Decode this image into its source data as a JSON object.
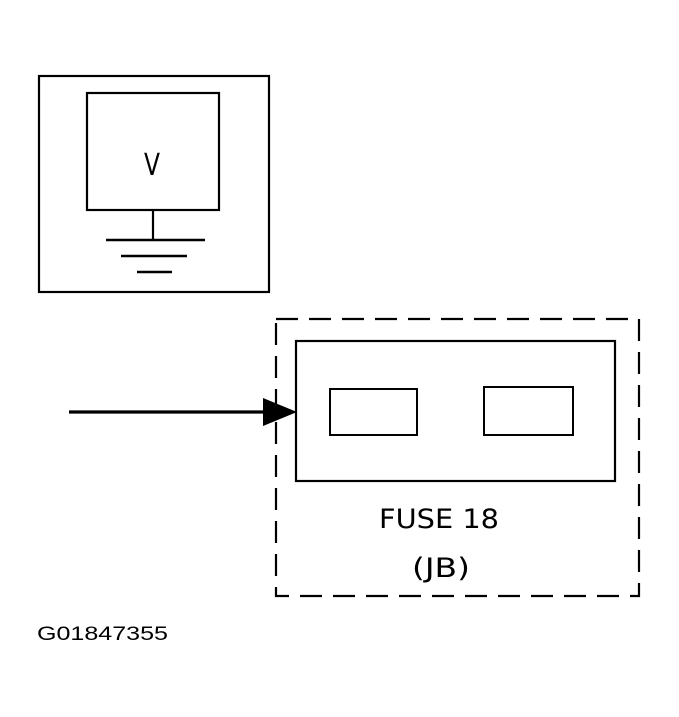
{
  "voltmeter": {
    "symbol": "V"
  },
  "fuse_block": {
    "name": "FUSE 18",
    "location": "(JB)"
  },
  "figure_code": "G01847355"
}
